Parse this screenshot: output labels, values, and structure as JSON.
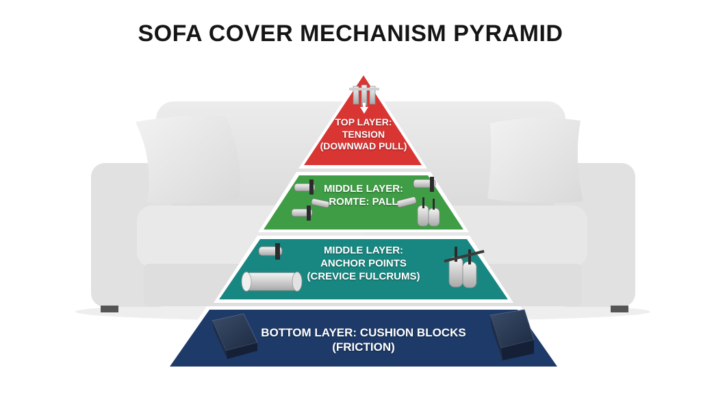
{
  "title": "SOFA COVER MECHANISM PYRAMID",
  "colors": {
    "top_layer": "#d93533",
    "middle_layer_1": "#3f9d45",
    "middle_layer_2": "#198781",
    "bottom_layer": "#1e3a68",
    "sofa": "#e4e4e4"
  },
  "layers": [
    {
      "id": "top",
      "lines": [
        "TOP LAYER:",
        "TENSION",
        "(DOWNWAD PULL)"
      ],
      "icons": [
        "down-arrows-icon"
      ]
    },
    {
      "id": "middle-1",
      "lines": [
        "MIDDLE LAYER:",
        "ROMTE: PALL"
      ],
      "icons": [
        "clip-icon",
        "clip-icon",
        "fastener-icon",
        "clip-icon",
        "post-icon"
      ]
    },
    {
      "id": "middle-2",
      "lines": [
        "MIDDLE LAYER:",
        "ANCHOR POINTS",
        "(CREVICE FULCRUMS)"
      ],
      "icons": [
        "clip-icon",
        "tube-icon",
        "post-icon"
      ]
    },
    {
      "id": "bottom",
      "lines": [
        "BOTTOM LAYER: CUSHION BLOCKS",
        "(FRICTION)"
      ],
      "icons": [
        "foam-block-icon",
        "foam-block-icon"
      ]
    }
  ]
}
